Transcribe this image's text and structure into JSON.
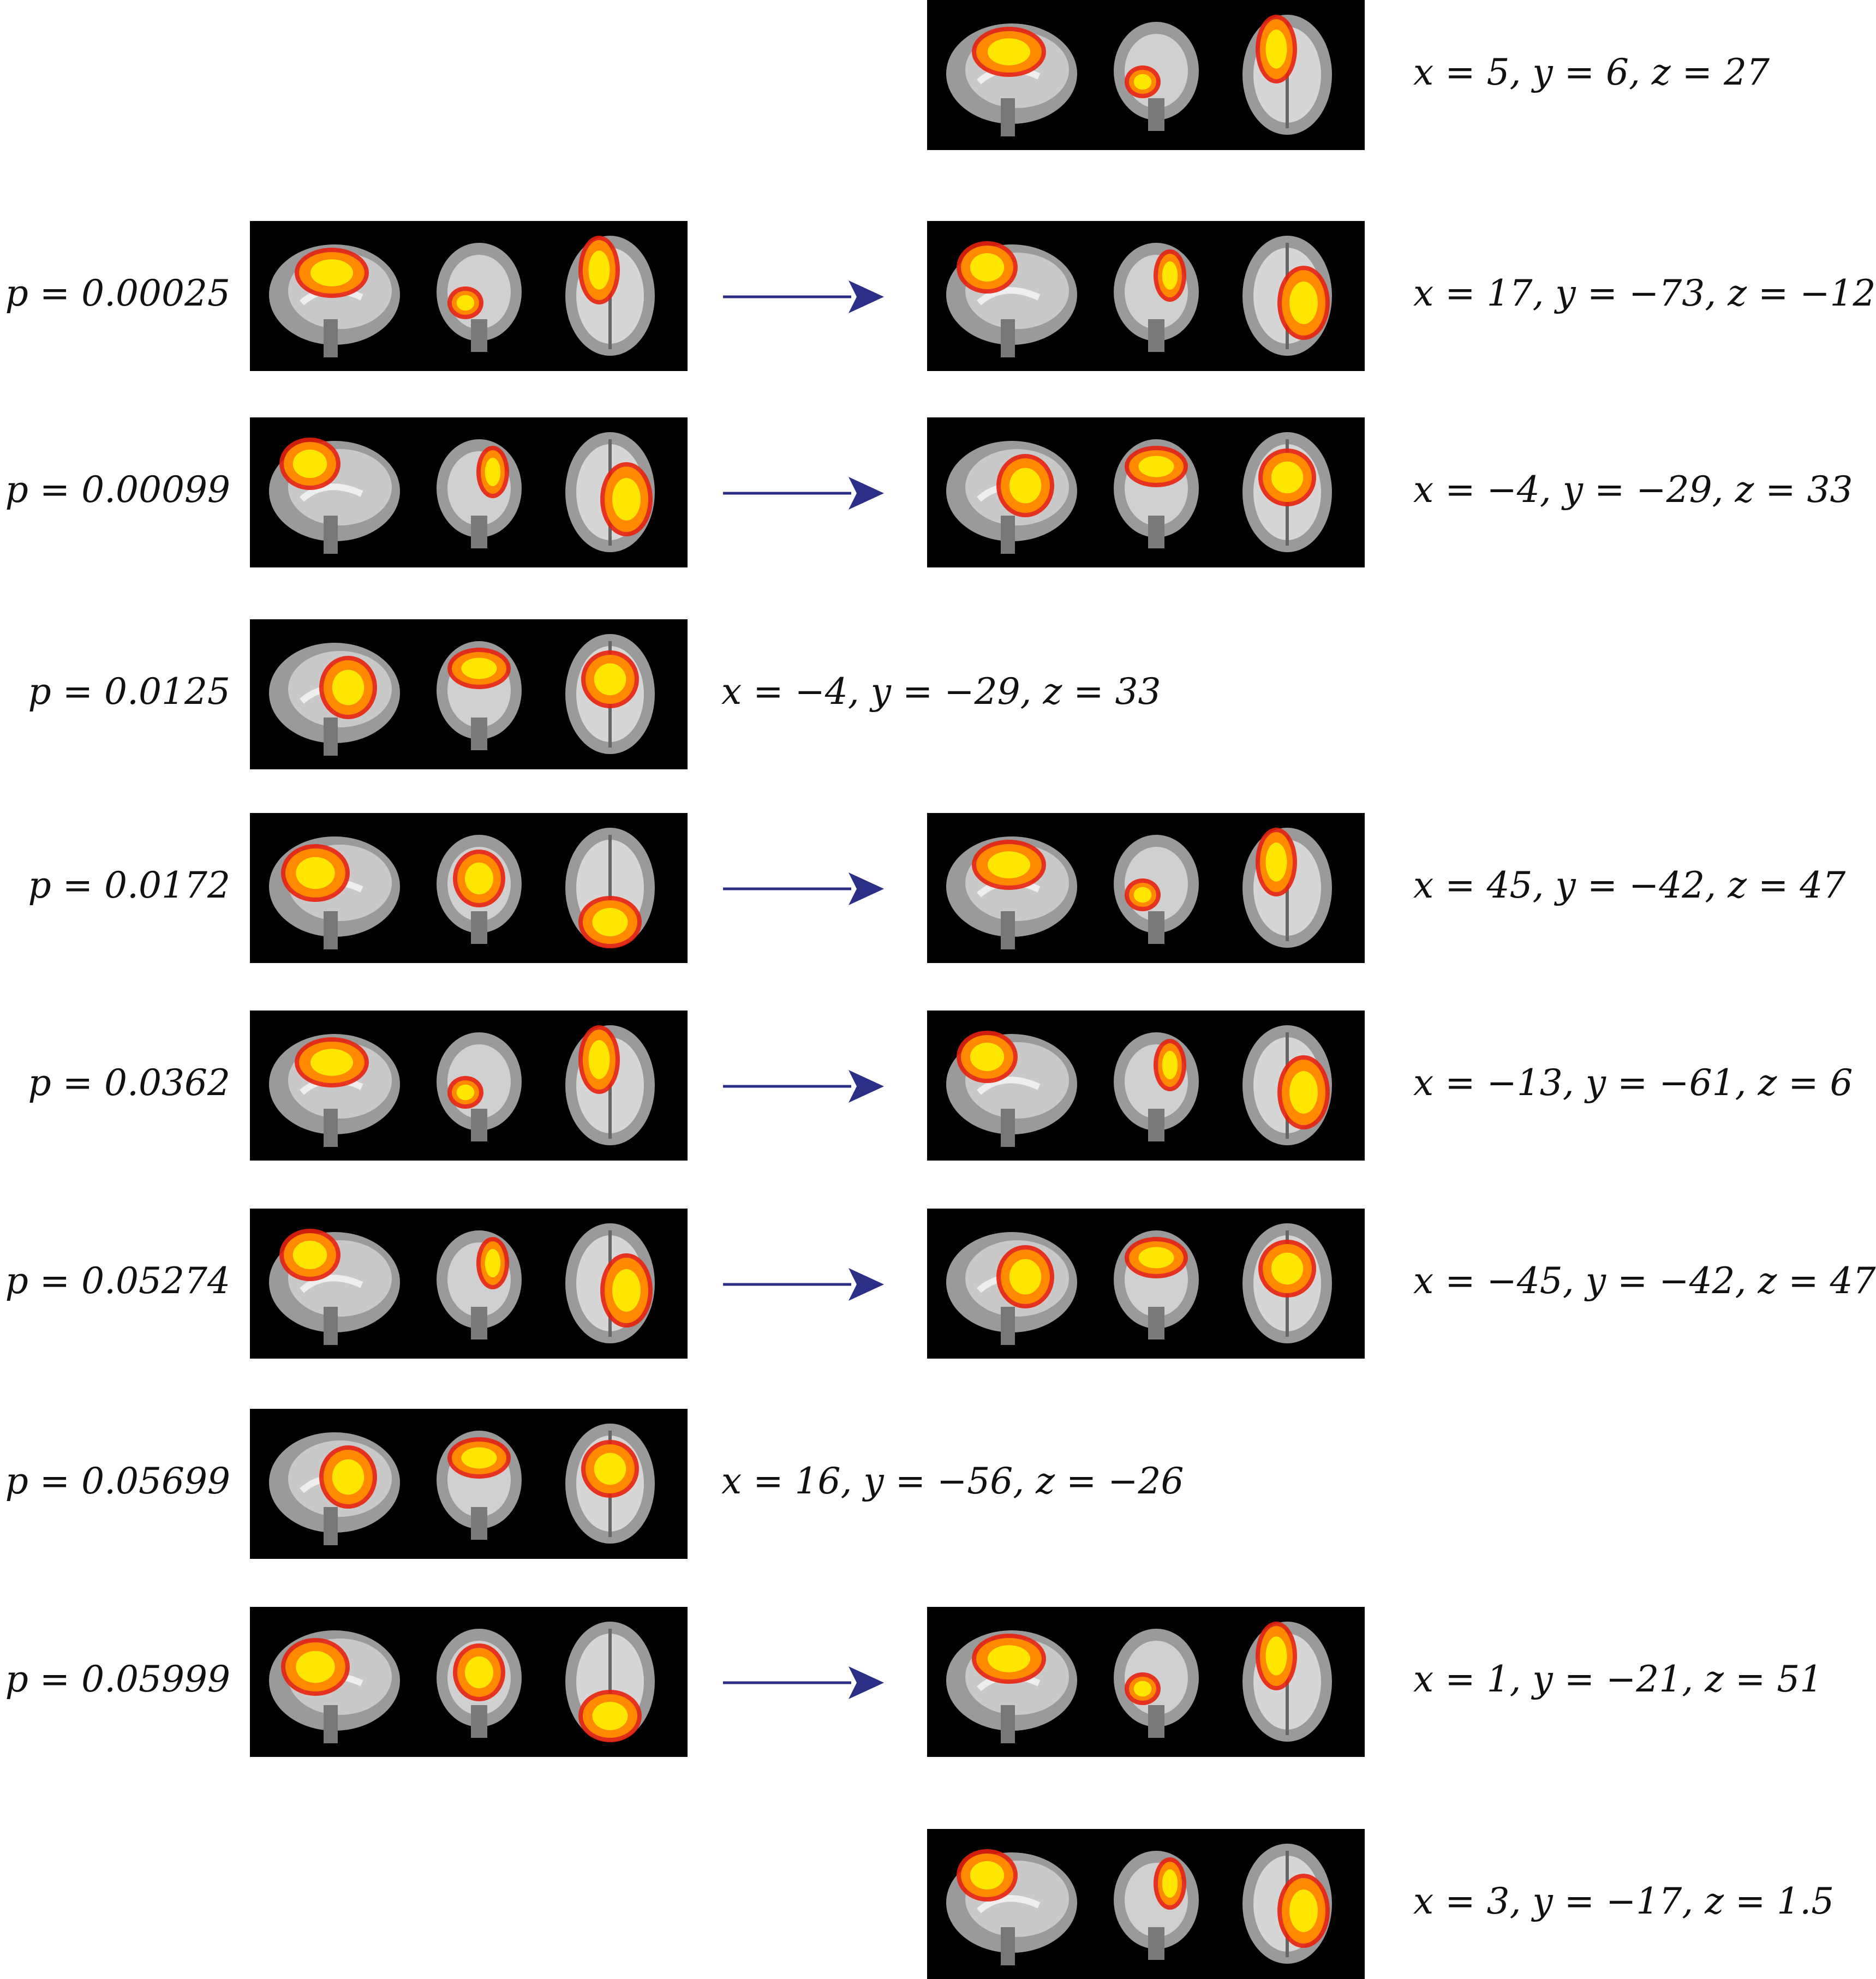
{
  "figure": {
    "rows": [
      {
        "p": "",
        "coord": "x = 5, y = 6, z = 27",
        "has_left": false,
        "has_right": true,
        "arrow": false
      },
      {
        "p": "p = 0.00025",
        "coord": "x = 17, y = −73, z = −12",
        "has_left": true,
        "has_right": true,
        "arrow": true
      },
      {
        "p": "p = 0.00099",
        "coord": "x = −4, y = −29, z = 33",
        "has_left": true,
        "has_right": true,
        "arrow": true
      },
      {
        "p": "p = 0.0125",
        "coord": "x = −4, y = −29, z = 33",
        "has_left": true,
        "has_right": false,
        "arrow": false
      },
      {
        "p": "p = 0.0172",
        "coord": "x = 45, y = −42, z = 47",
        "has_left": true,
        "has_right": true,
        "arrow": true
      },
      {
        "p": "p = 0.0362",
        "coord": "x = −13, y = −61, z = 6",
        "has_left": true,
        "has_right": true,
        "arrow": true
      },
      {
        "p": "p = 0.05274",
        "coord": "x = −45, y = −42, z = 47",
        "has_left": true,
        "has_right": true,
        "arrow": true
      },
      {
        "p": "p = 0.05699",
        "coord": "x = 16, y = −56, z = −26",
        "has_left": true,
        "has_right": false,
        "arrow": false
      },
      {
        "p": "p = 0.05999",
        "coord": "x = 1, y = −21, z = 51",
        "has_left": true,
        "has_right": true,
        "arrow": true
      },
      {
        "p": "",
        "coord": "x = 3, y = −17, z = 1.5",
        "has_left": false,
        "has_right": true,
        "arrow": false
      }
    ],
    "colors": {
      "panel_bg": "#000000",
      "arrow": "#2b2f86",
      "activation_yellow": "#ffe600",
      "activation_orange": "#ff8a00",
      "activation_red": "#e8200c",
      "brain_gray": "#9a9a9a"
    }
  }
}
